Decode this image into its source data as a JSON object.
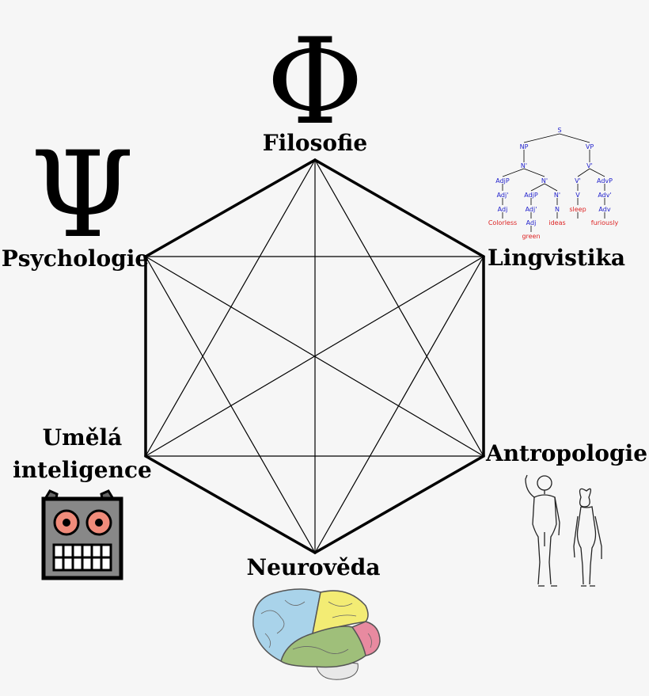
{
  "disciplines": {
    "philosophy": "Filosofie",
    "linguistics": "Lingvistika",
    "anthropology": "Antropologie",
    "neuroscience": "Neurověda",
    "ai_line1": "Umělá",
    "ai_line2": "inteligence",
    "psychology": "Psychologie"
  },
  "symbols": {
    "philosophy_symbol": "Φ",
    "psychology_symbol": "Ψ"
  },
  "syntax_tree": {
    "nodes": {
      "s": "S",
      "np": "NP",
      "vp": "VP",
      "n_bar_top": "N'",
      "v_bar_top": "V'",
      "adjp1": "AdjP",
      "n_bar_mid": "N'",
      "v_bar": "V'",
      "advp": "AdvP",
      "adj_bar1": "Adj'",
      "adjp2": "AdjP",
      "n_bar_low": "N'",
      "v": "V",
      "adv_bar": "Adv'",
      "adj1": "Adj",
      "adj_bar2": "Adj'",
      "n": "N",
      "adv": "Adv",
      "adj2": "Adj"
    },
    "words": {
      "colorless": "Colorless",
      "green": "green",
      "ideas": "ideas",
      "sleep": "sleep",
      "furiously": "furiously"
    }
  },
  "colors": {
    "tree_category": "#2222cc",
    "tree_word": "#dd2222",
    "brain_frontal": "#a9d3ea",
    "brain_parietal": "#f3ec74",
    "brain_temporal": "#9fbf7a",
    "brain_occipital": "#e88aa0",
    "robot_body": "#888888",
    "robot_eye": "#f08b7a"
  },
  "icons": {
    "robot": "robot-icon",
    "brain": "brain-icon",
    "human_figures": "human-figures-icon",
    "syntax_tree": "syntax-tree-icon"
  }
}
